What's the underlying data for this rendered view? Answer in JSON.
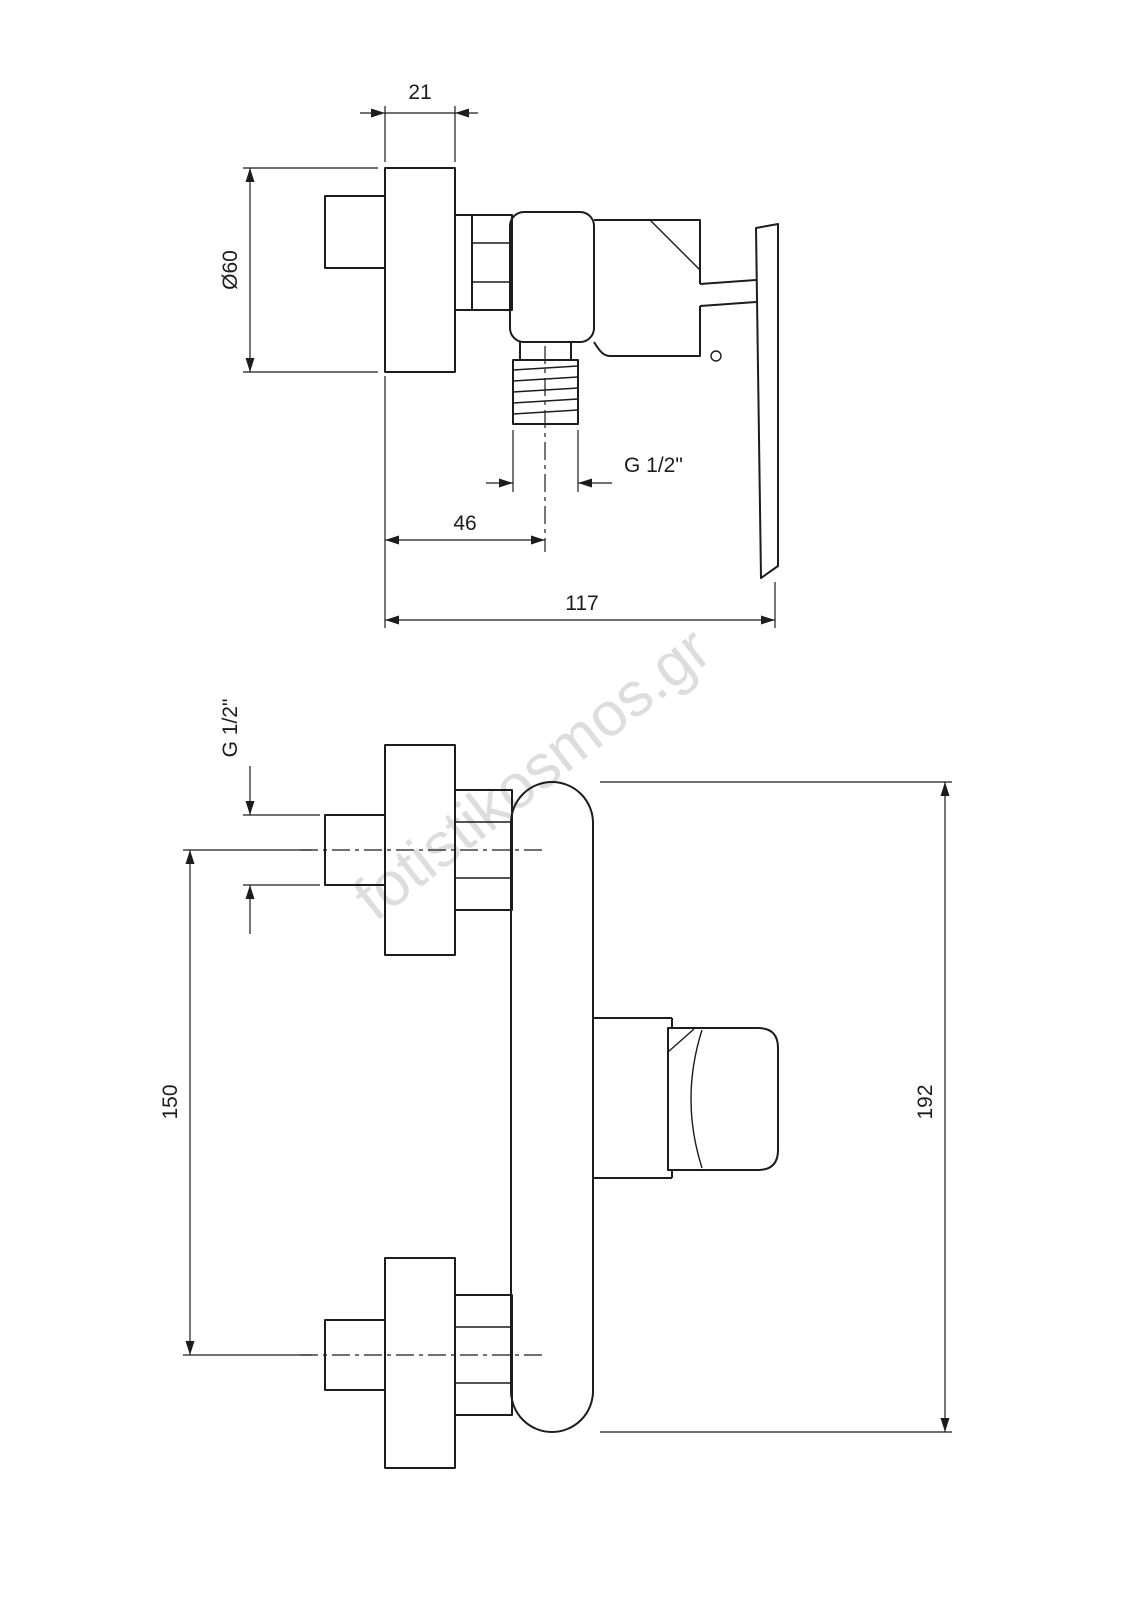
{
  "watermark": "fotistikosmos.gr",
  "line_color": "#1c1c1c",
  "background_color": "#ffffff",
  "top_view": {
    "dim_flange_depth": "21",
    "dim_flange_diameter": "Ø60",
    "dim_outlet_thread": "G 1/2\"",
    "dim_outlet_offset": "46",
    "dim_total_depth": "117"
  },
  "front_view": {
    "dim_inlet_thread": "G 1/2\"",
    "dim_inlet_spacing": "150",
    "dim_total_height": "192"
  }
}
